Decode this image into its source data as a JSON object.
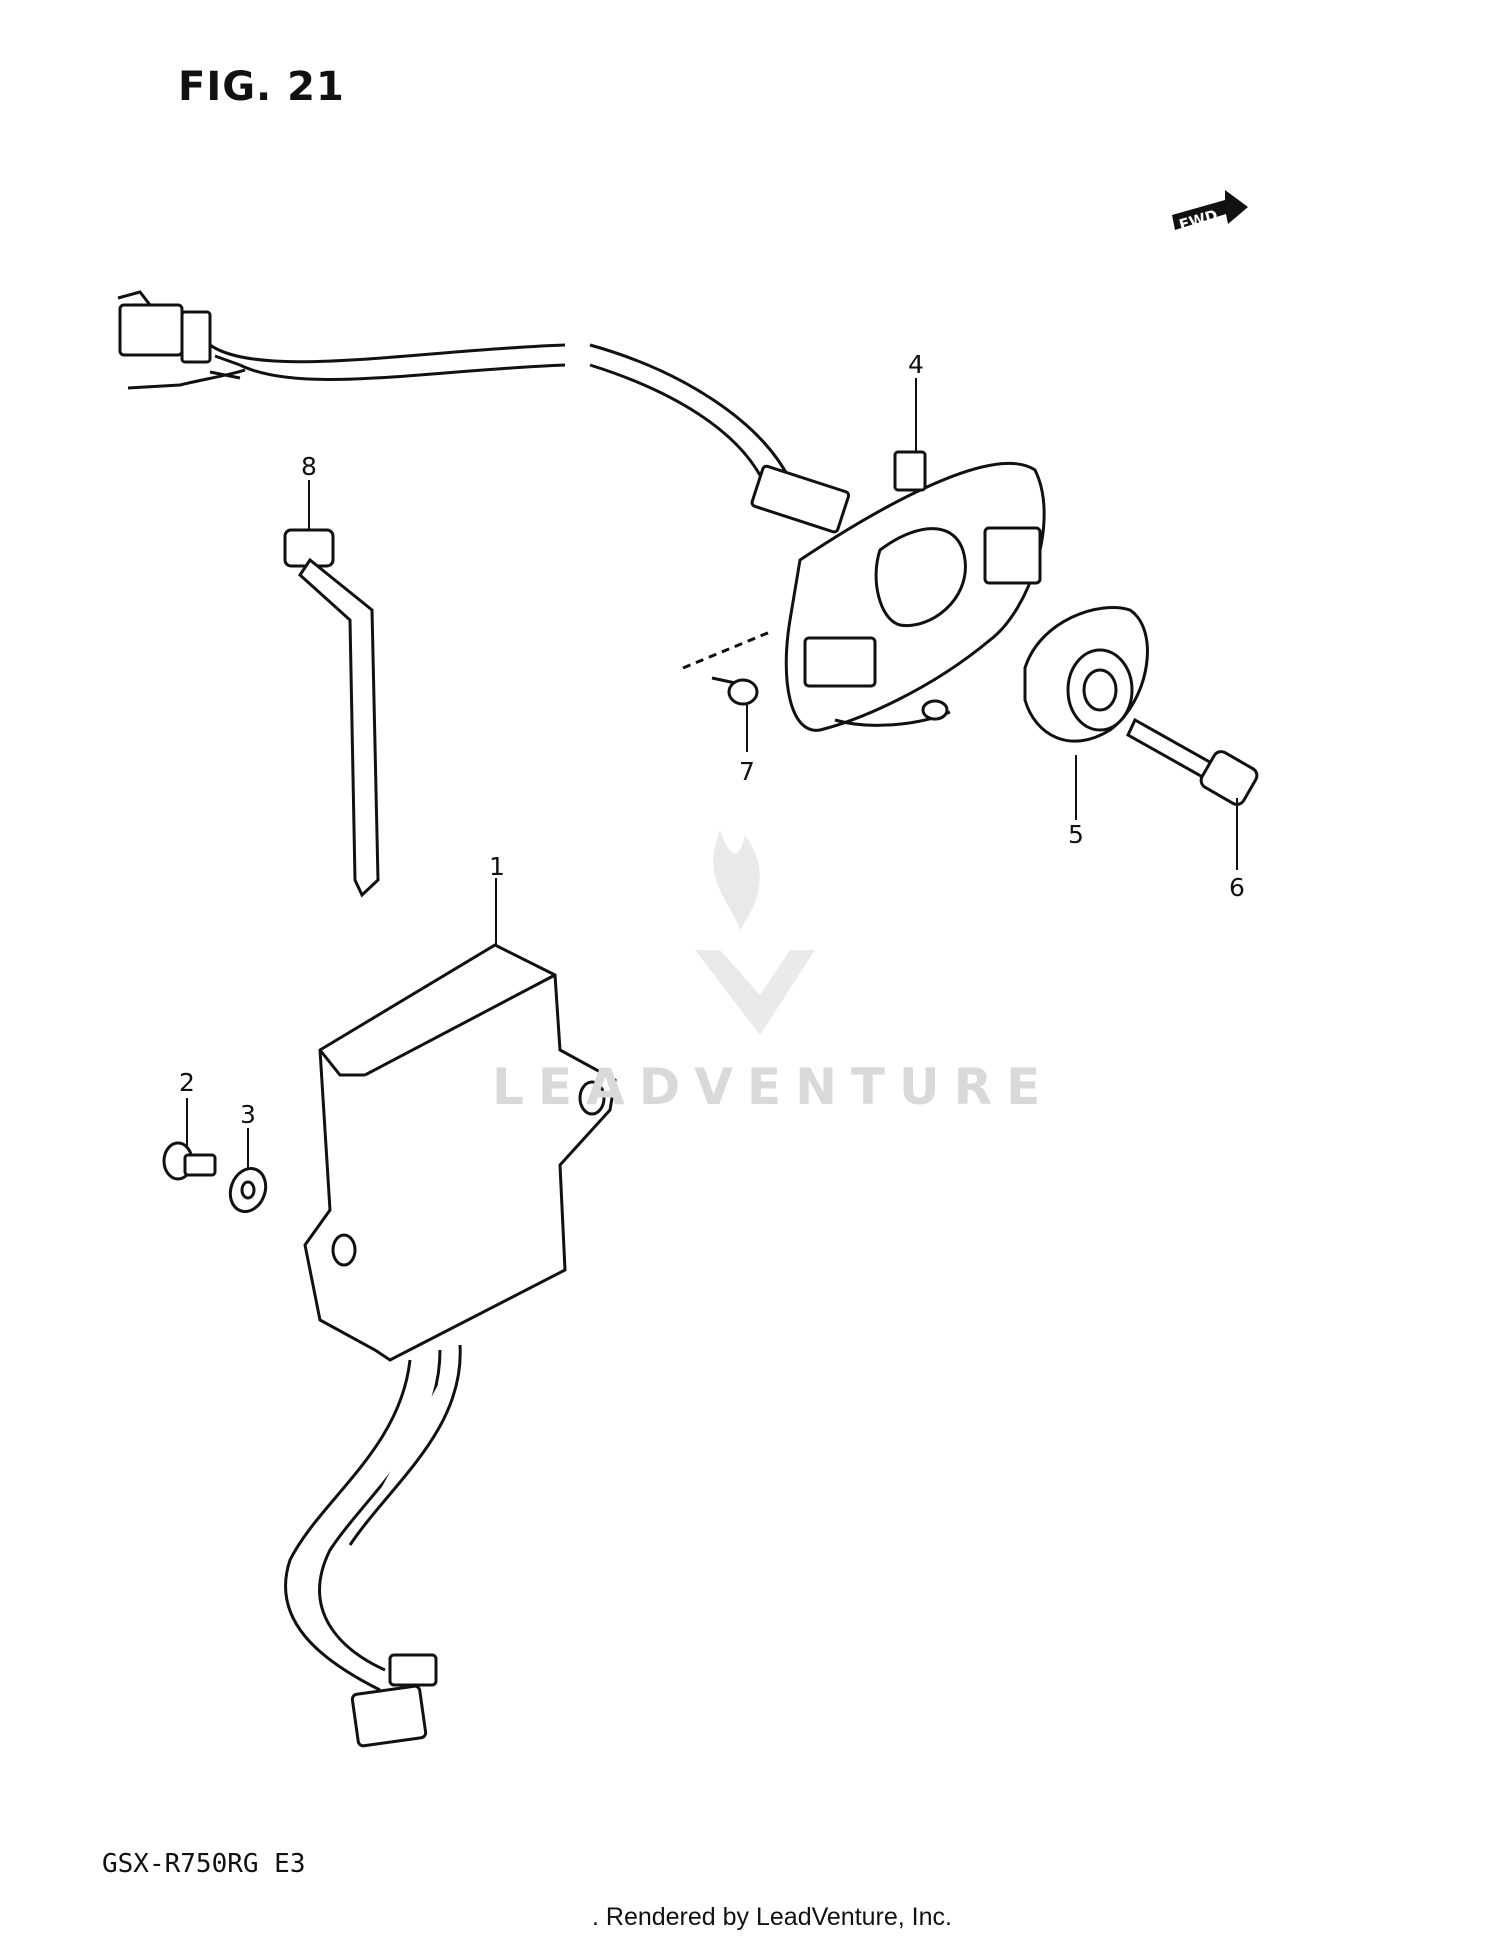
{
  "figure": {
    "title": "FIG. 21"
  },
  "direction_tag": {
    "label": "FWD"
  },
  "callouts": [
    {
      "id": "1",
      "label": "1"
    },
    {
      "id": "2",
      "label": "2"
    },
    {
      "id": "3",
      "label": "3"
    },
    {
      "id": "4",
      "label": "4"
    },
    {
      "id": "5",
      "label": "5"
    },
    {
      "id": "6",
      "label": "6"
    },
    {
      "id": "7",
      "label": "7"
    },
    {
      "id": "8",
      "label": "8"
    }
  ],
  "watermark": {
    "text": "LEADVENTURE"
  },
  "footer": {
    "model_code": "GSX-R750RG E3",
    "credit": ". Rendered by LeadVenture, Inc."
  }
}
